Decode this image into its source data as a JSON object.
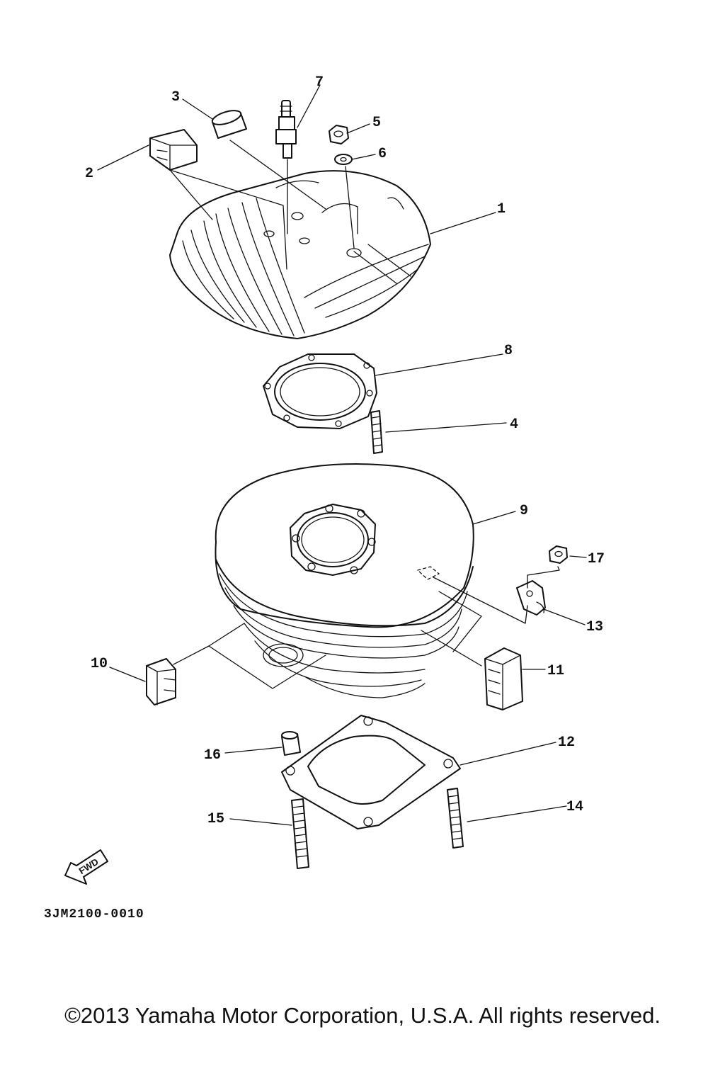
{
  "diagram": {
    "part_code": "3JM2100-0010",
    "fwd_label": "FWD",
    "copyright": "©2013 Yamaha Motor Corporation, U.S.A. All rights reserved.",
    "callouts": {
      "c1": "1",
      "c2": "2",
      "c3": "3",
      "c4": "4",
      "c5": "5",
      "c6": "6",
      "c7": "7",
      "c8": "8",
      "c9": "9",
      "c10": "10",
      "c11": "11",
      "c12": "12",
      "c13": "13",
      "c14": "14",
      "c15": "15",
      "c16": "16",
      "c17": "17"
    }
  }
}
